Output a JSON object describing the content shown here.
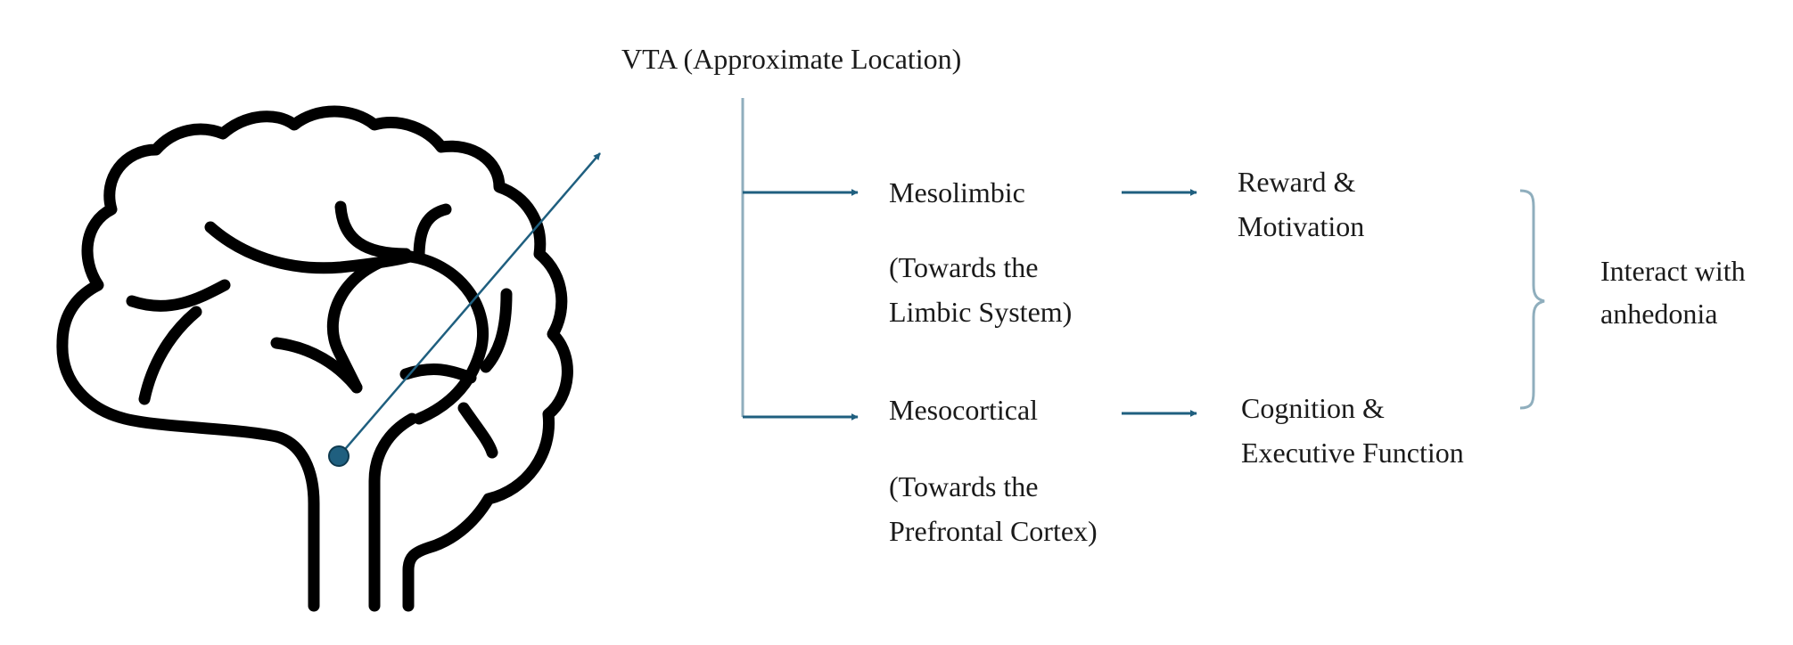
{
  "vta": {
    "label": "VTA (Approximate Location)"
  },
  "pathways": [
    {
      "name": "Mesolimbic",
      "target_line1": "(Towards the",
      "target_line2": "Limbic System)",
      "function_line1": "Reward &",
      "function_line2": "Motivation"
    },
    {
      "name": "Mesocortical",
      "target_line1": "(Towards the",
      "target_line2": "Prefrontal Cortex)",
      "function_line1": "Cognition &",
      "function_line2": "Executive Function"
    }
  ],
  "outcome": {
    "line1": "Interact with",
    "line2": "anhedonia"
  },
  "colors": {
    "arrow": "#1f5f7f",
    "bracket": "#8faebd",
    "brain_outline": "#000000",
    "vta_dot": "#1f5f7f"
  },
  "icons": {
    "brain": "brain-outline-icon"
  }
}
